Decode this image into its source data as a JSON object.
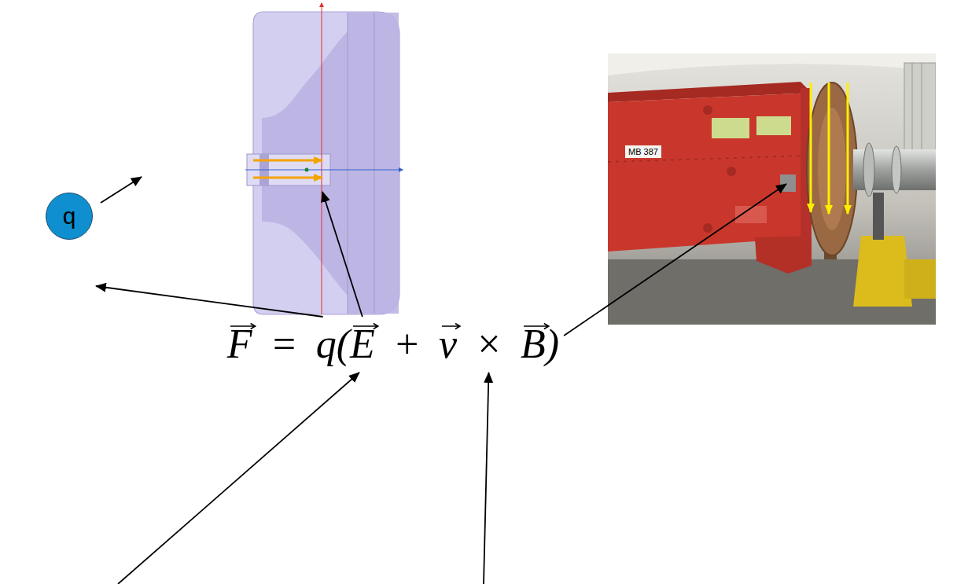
{
  "diagram": {
    "nodes": [
      {
        "text": [
          "q"
        ]
      }
    ],
    "labels": [
      "F = q(E + v × B)",
      "MB 387"
    ]
  }
}
